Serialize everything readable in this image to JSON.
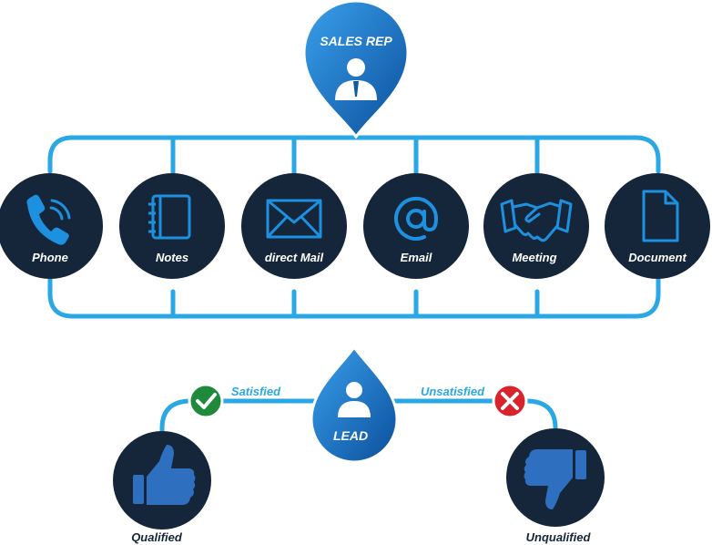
{
  "top": {
    "label": "SALES REP",
    "icon": "businessman-icon"
  },
  "channels": [
    {
      "label": "Phone",
      "icon": "phone-icon"
    },
    {
      "label": "Notes",
      "icon": "notebook-icon"
    },
    {
      "label": "direct Mail",
      "icon": "envelope-icon"
    },
    {
      "label": "Email",
      "icon": "at-sign-icon"
    },
    {
      "label": "Meeting",
      "icon": "handshake-icon"
    },
    {
      "label": "Document",
      "icon": "document-icon"
    }
  ],
  "lead": {
    "label": "LEAD",
    "icon": "person-icon"
  },
  "branches": {
    "satisfied": {
      "label": "Satisfied",
      "icon": "checkmark-icon"
    },
    "unsatisfied": {
      "label": "Unsatisfied",
      "icon": "x-mark-icon"
    }
  },
  "outcomes": {
    "qualified": {
      "label": "Qualified",
      "icon": "thumbs-up-icon"
    },
    "unqualified": {
      "label": "Unqualified",
      "icon": "thumbs-down-icon"
    }
  },
  "colors": {
    "connector": "#2aa8e6",
    "circle": "#15263a",
    "icon": "#1e90e0",
    "pin_light": "#2b8fdf",
    "pin_dark": "#0d55a3",
    "check": "#1f8a3c",
    "cross": "#d9232d",
    "branch_text": "#2aa8e6",
    "outcome_text": "#15263a",
    "thumb": "#2f6fc0"
  }
}
